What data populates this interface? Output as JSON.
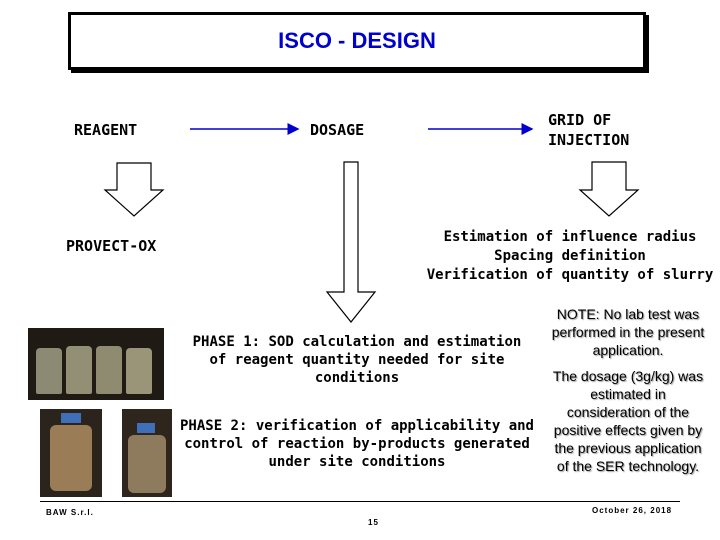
{
  "title": "ISCO - DESIGN",
  "nodes": {
    "reagent": "REAGENT",
    "dosage": "DOSAGE",
    "grid_line1": "GRID OF",
    "grid_line2": "INJECTION",
    "provect": "PROVECT-OX"
  },
  "estimation": {
    "line1": "Estimation of influence radius",
    "line2": "Spacing definition",
    "line3": "Verification of quantity of slurry"
  },
  "phase1": {
    "line1": "PHASE 1: SOD calculation and estimation",
    "line2": "of reagent quantity needed for site",
    "line3": "conditions"
  },
  "phase2": {
    "line1": "PHASE 2: verification of applicability and",
    "line2": "control of reaction by-products generated",
    "line3": "under site conditions"
  },
  "note": {
    "p1": "NOTE: No lab test was performed in the present application.",
    "p2": "The dosage (3g/kg) was estimated in consideration of the positive effects given by the previous application of the SER technology."
  },
  "footer": {
    "left": "BAW S.r.l.",
    "center": "15",
    "right": "October 26, 2018"
  },
  "colors": {
    "title": "#0000cc",
    "arrow": "#0000cc"
  }
}
